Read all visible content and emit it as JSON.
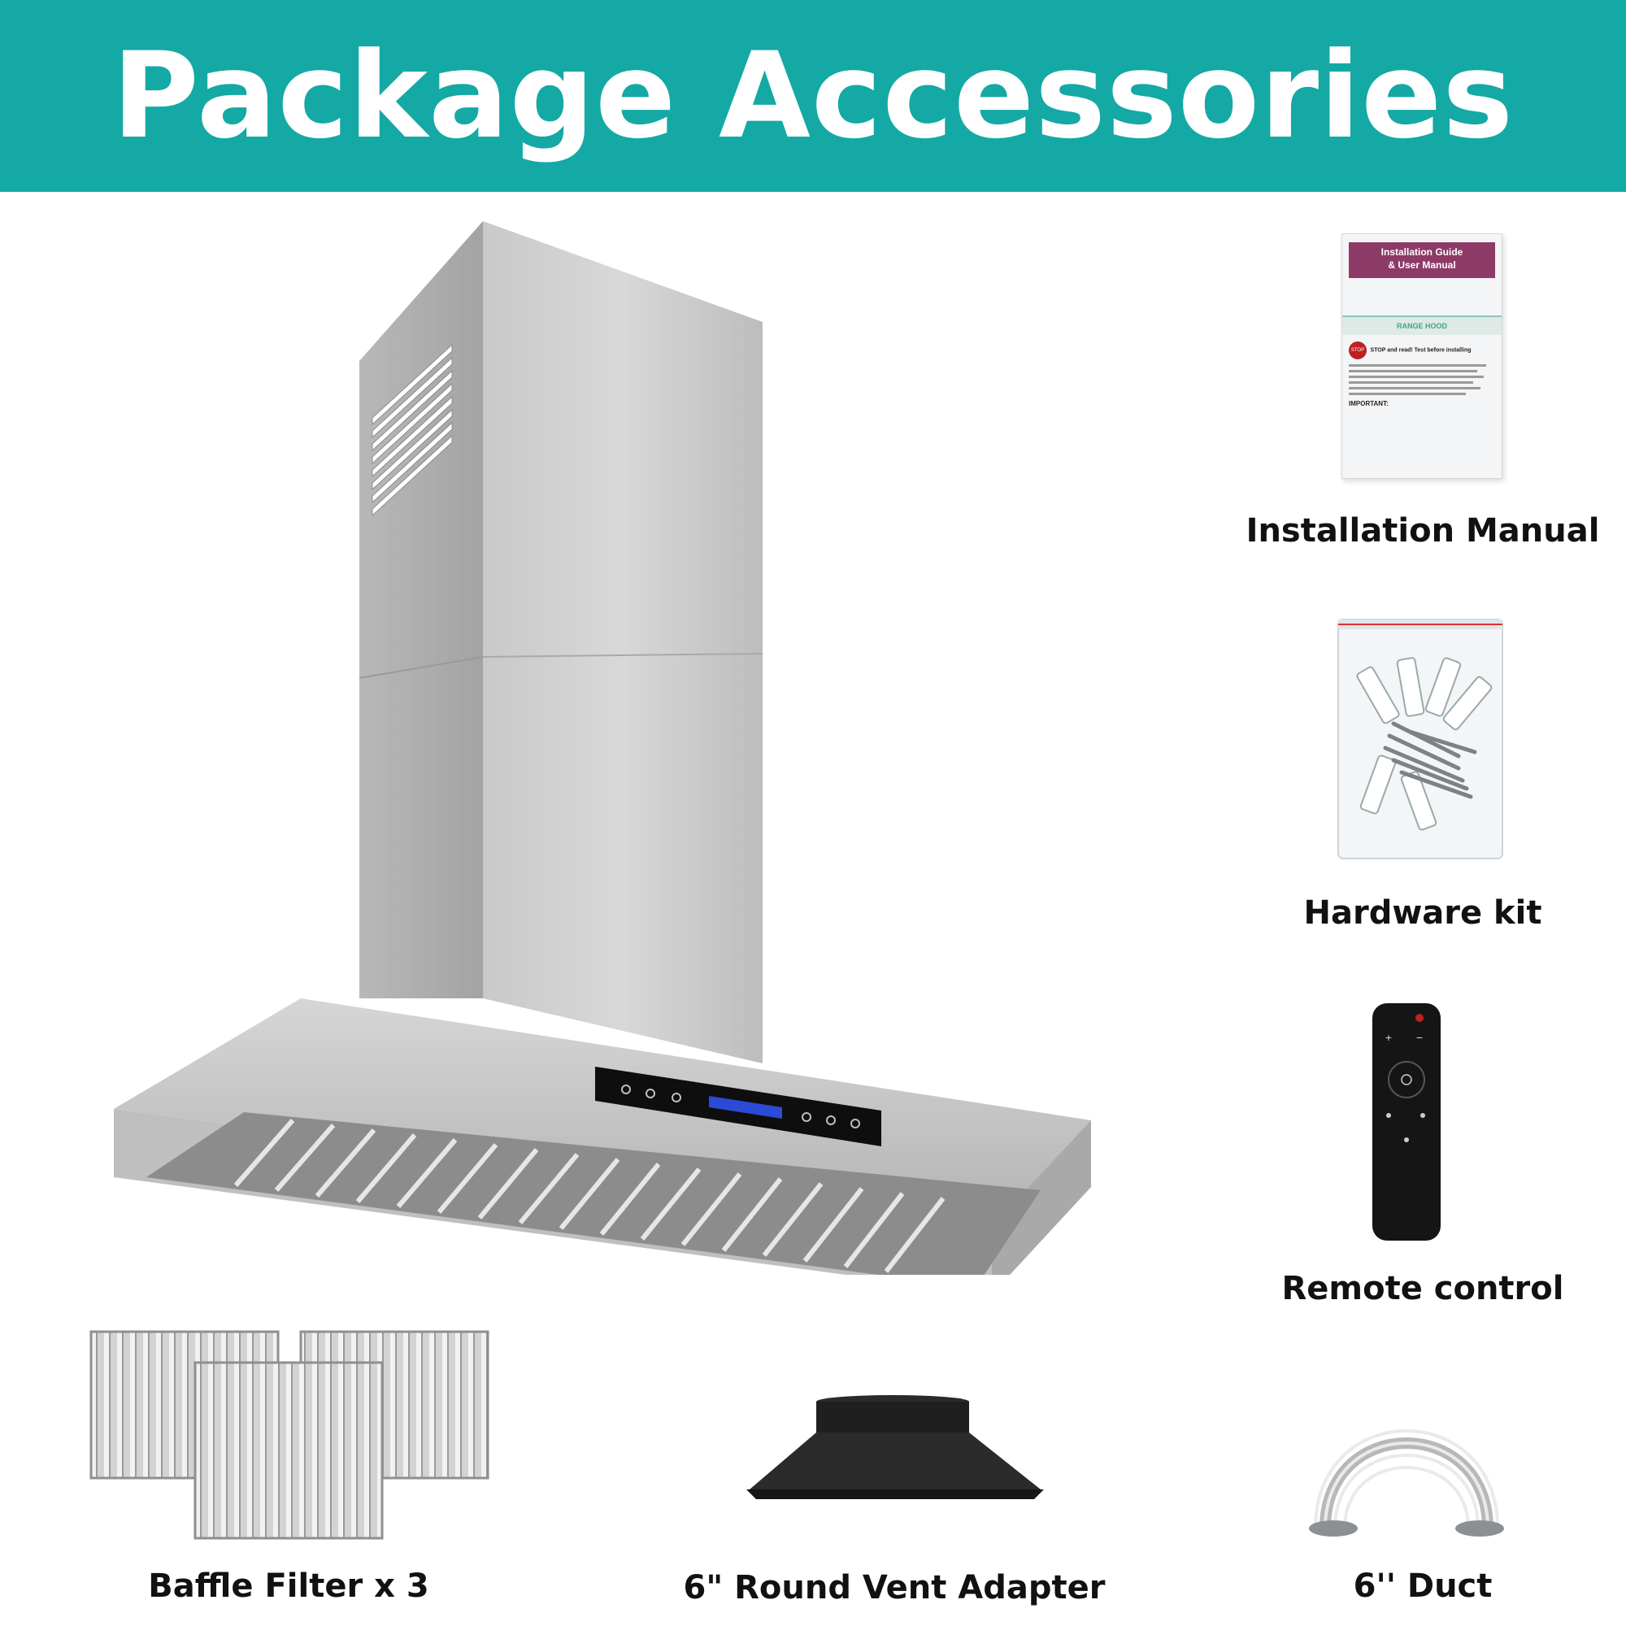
{
  "banner": {
    "title": "Package Accessories",
    "background": "#14a9a4",
    "text_color": "#ffffff"
  },
  "manual_cover": {
    "heading_line1": "Installation Guide",
    "heading_line2": "& User Manual",
    "section_label": "RANGE HOOD",
    "stop_badge": "STOP",
    "stop_text": "STOP and read! Test before installing",
    "important_label": "IMPORTANT:"
  },
  "items": {
    "main_hood": {
      "name": "range hood"
    },
    "installation_manual": {
      "caption": "Installation Manual"
    },
    "hardware_kit": {
      "caption": "Hardware kit"
    },
    "remote_control": {
      "caption": "Remote control"
    },
    "baffle_filter": {
      "caption": "Baffle Filter x 3"
    },
    "vent_adapter": {
      "caption": "6\" Round Vent Adapter"
    },
    "duct": {
      "caption": "6'' Duct"
    }
  }
}
